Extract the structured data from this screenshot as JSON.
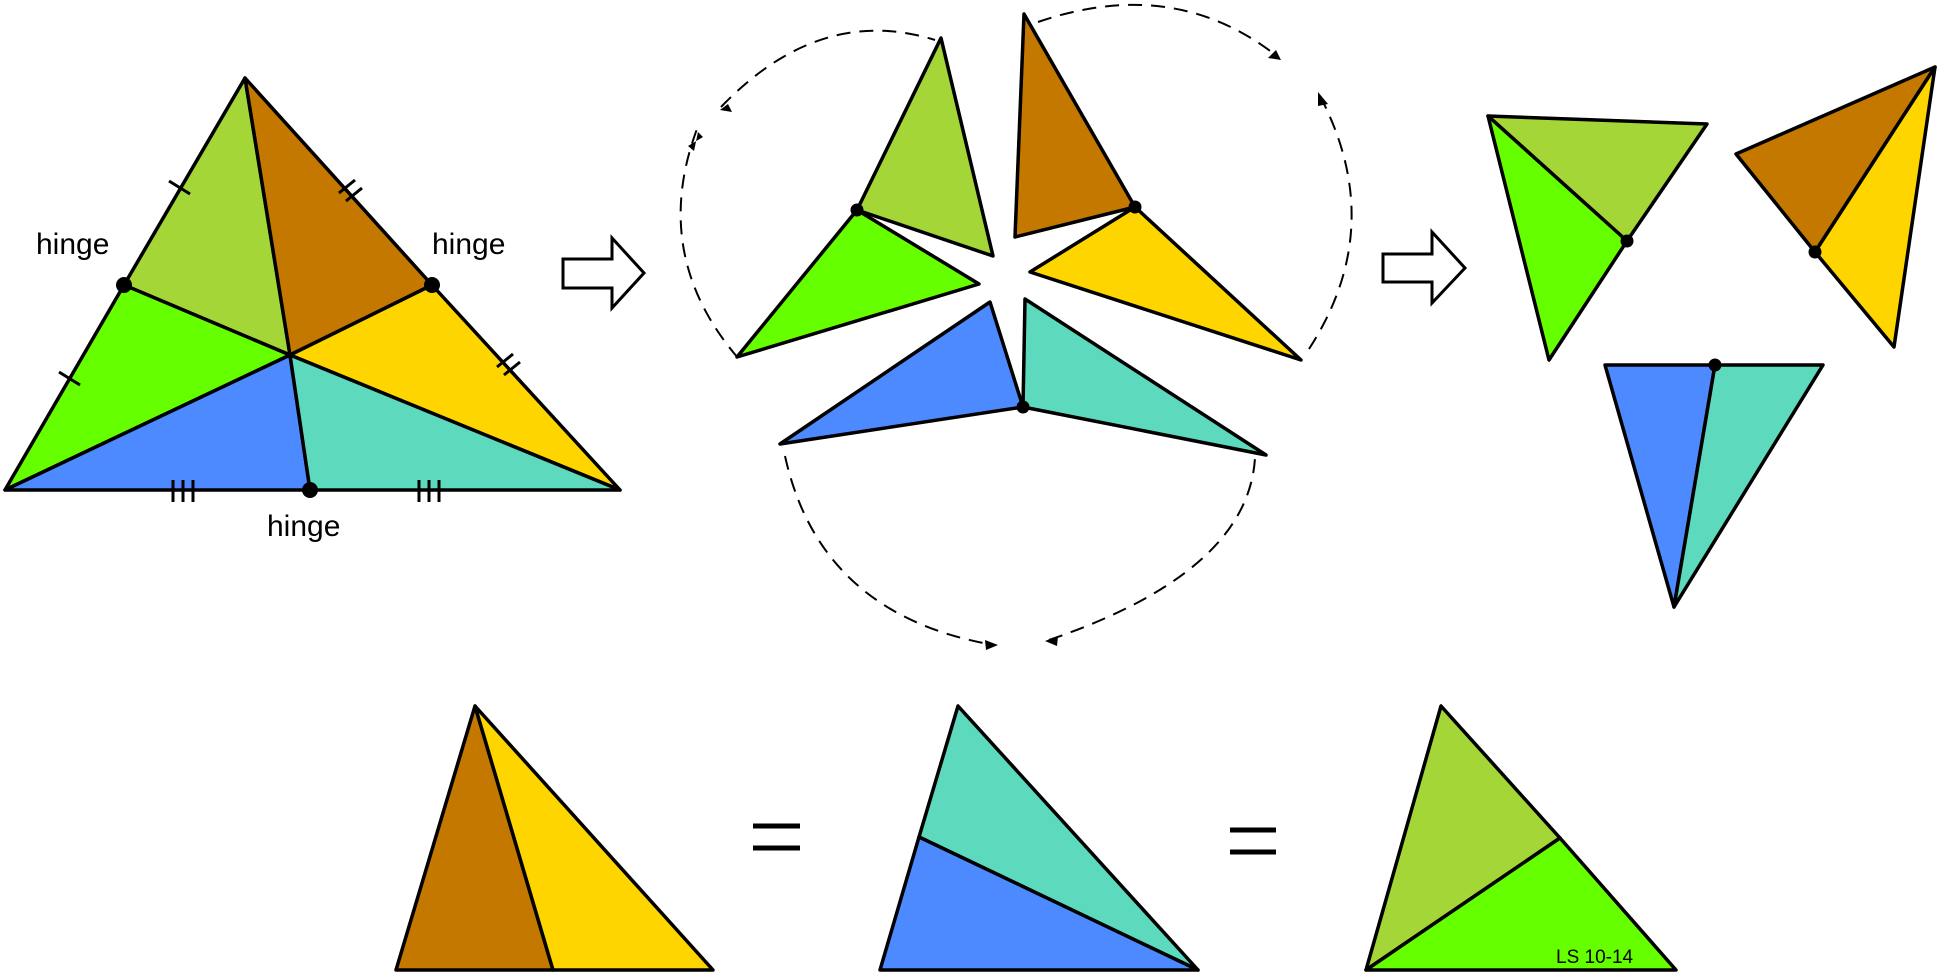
{
  "labels": {
    "hinge_left": "hinge",
    "hinge_right": "hinge",
    "hinge_bottom": "hinge",
    "credit": "LS 10-14"
  },
  "colors": {
    "light_green": "#a3d636",
    "bright_green": "#66ff00",
    "brown": "#c47800",
    "yellow": "#ffd500",
    "blue": "#4d8aff",
    "teal": "#5dd9be",
    "outline": "#000000"
  }
}
